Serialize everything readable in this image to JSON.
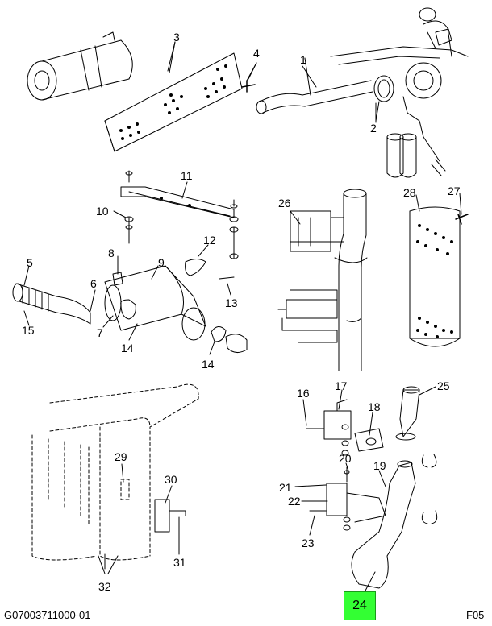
{
  "diagram": {
    "callouts": [
      "1",
      "2",
      "3",
      "4",
      "5",
      "6",
      "7",
      "8",
      "9",
      "10",
      "11",
      "12",
      "13",
      "14",
      "14",
      "15",
      "16",
      "17",
      "18",
      "19",
      "20",
      "21",
      "22",
      "23",
      "25",
      "26",
      "27",
      "28",
      "29",
      "30",
      "31",
      "32"
    ],
    "highlighted_callout": "24",
    "highlight_color": "#33ff33"
  },
  "footer": {
    "drawing_id": "G07003711000-01",
    "page_code": "F05"
  }
}
